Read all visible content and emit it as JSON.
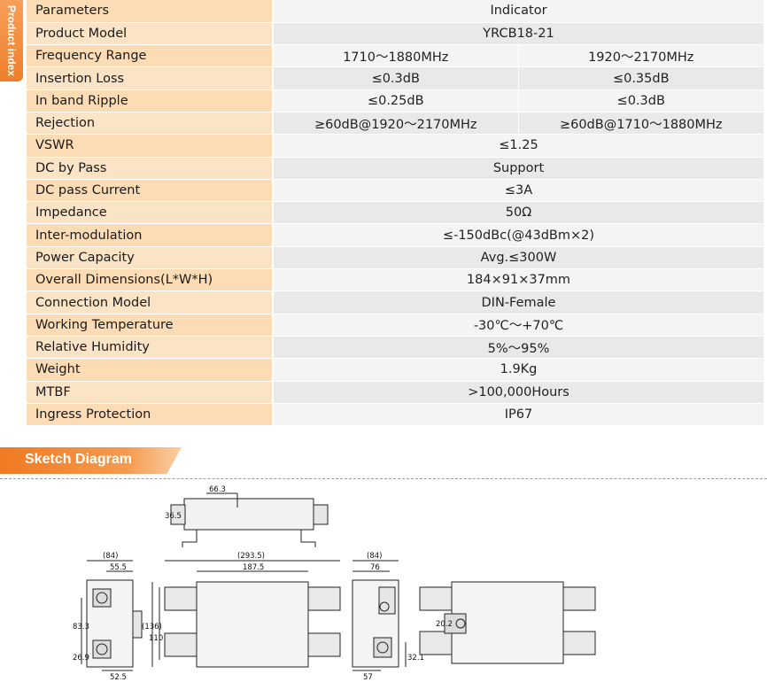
{
  "side_tab": {
    "label": "Product index"
  },
  "table": {
    "header": {
      "param": "Parameters",
      "value": "Indicator"
    },
    "rows": [
      {
        "param": "Product Model",
        "values": [
          "YRCB18-21"
        ]
      },
      {
        "param": "Frequency Range",
        "values": [
          "1710～1880MHz",
          "1920～2170MHz"
        ]
      },
      {
        "param": "Insertion Loss",
        "values": [
          "≤0.3dB",
          "≤0.35dB"
        ]
      },
      {
        "param": "In band Ripple",
        "values": [
          "≤0.25dB",
          "≤0.3dB"
        ]
      },
      {
        "param": "Rejection",
        "values": [
          "≥60dB@1920～2170MHz",
          "≥60dB@1710～1880MHz"
        ]
      },
      {
        "param": "VSWR",
        "values": [
          "≤1.25"
        ]
      },
      {
        "param": "DC by Pass",
        "values": [
          "Support"
        ]
      },
      {
        "param": "DC pass Current",
        "values": [
          "≤3A"
        ]
      },
      {
        "param": "Impedance",
        "values": [
          "50Ω"
        ]
      },
      {
        "param": "Inter-modulation",
        "values": [
          "≤-150dBc(@43dBm×2)"
        ]
      },
      {
        "param": "Power Capacity",
        "values": [
          "Avg.≤300W"
        ]
      },
      {
        "param": "Overall Dimensions(L*W*H)",
        "values": [
          "184×91×37mm"
        ]
      },
      {
        "param": "Connection Model",
        "values": [
          "DIN-Female"
        ]
      },
      {
        "param": "Working Temperature",
        "values": [
          "-30℃～+70℃"
        ]
      },
      {
        "param": "Relative Humidity",
        "values": [
          "5%～95%"
        ]
      },
      {
        "param": "Weight",
        "values": [
          "1.9Kg"
        ]
      },
      {
        "param": "MTBF",
        "values": [
          ">100,000Hours"
        ]
      },
      {
        "param": "Ingress Protection",
        "values": [
          "IP67"
        ]
      }
    ]
  },
  "sketch": {
    "title": "Sketch Diagram",
    "dims": {
      "top_width": "66.3",
      "top_height": "36.5",
      "side_width_ref": "(84)",
      "side_inner": "55.5",
      "side_h1": "83.3",
      "side_h2": "26.9",
      "side_bottom": "52.5",
      "front_total": "(293.5)",
      "front_inner": "187.5",
      "front_height_ref": "(136)",
      "front_height": "110",
      "right_width_ref": "(84)",
      "right_inner": "76",
      "right_bottom": "57",
      "right_small": "32.1",
      "back_small": "20.2"
    }
  }
}
